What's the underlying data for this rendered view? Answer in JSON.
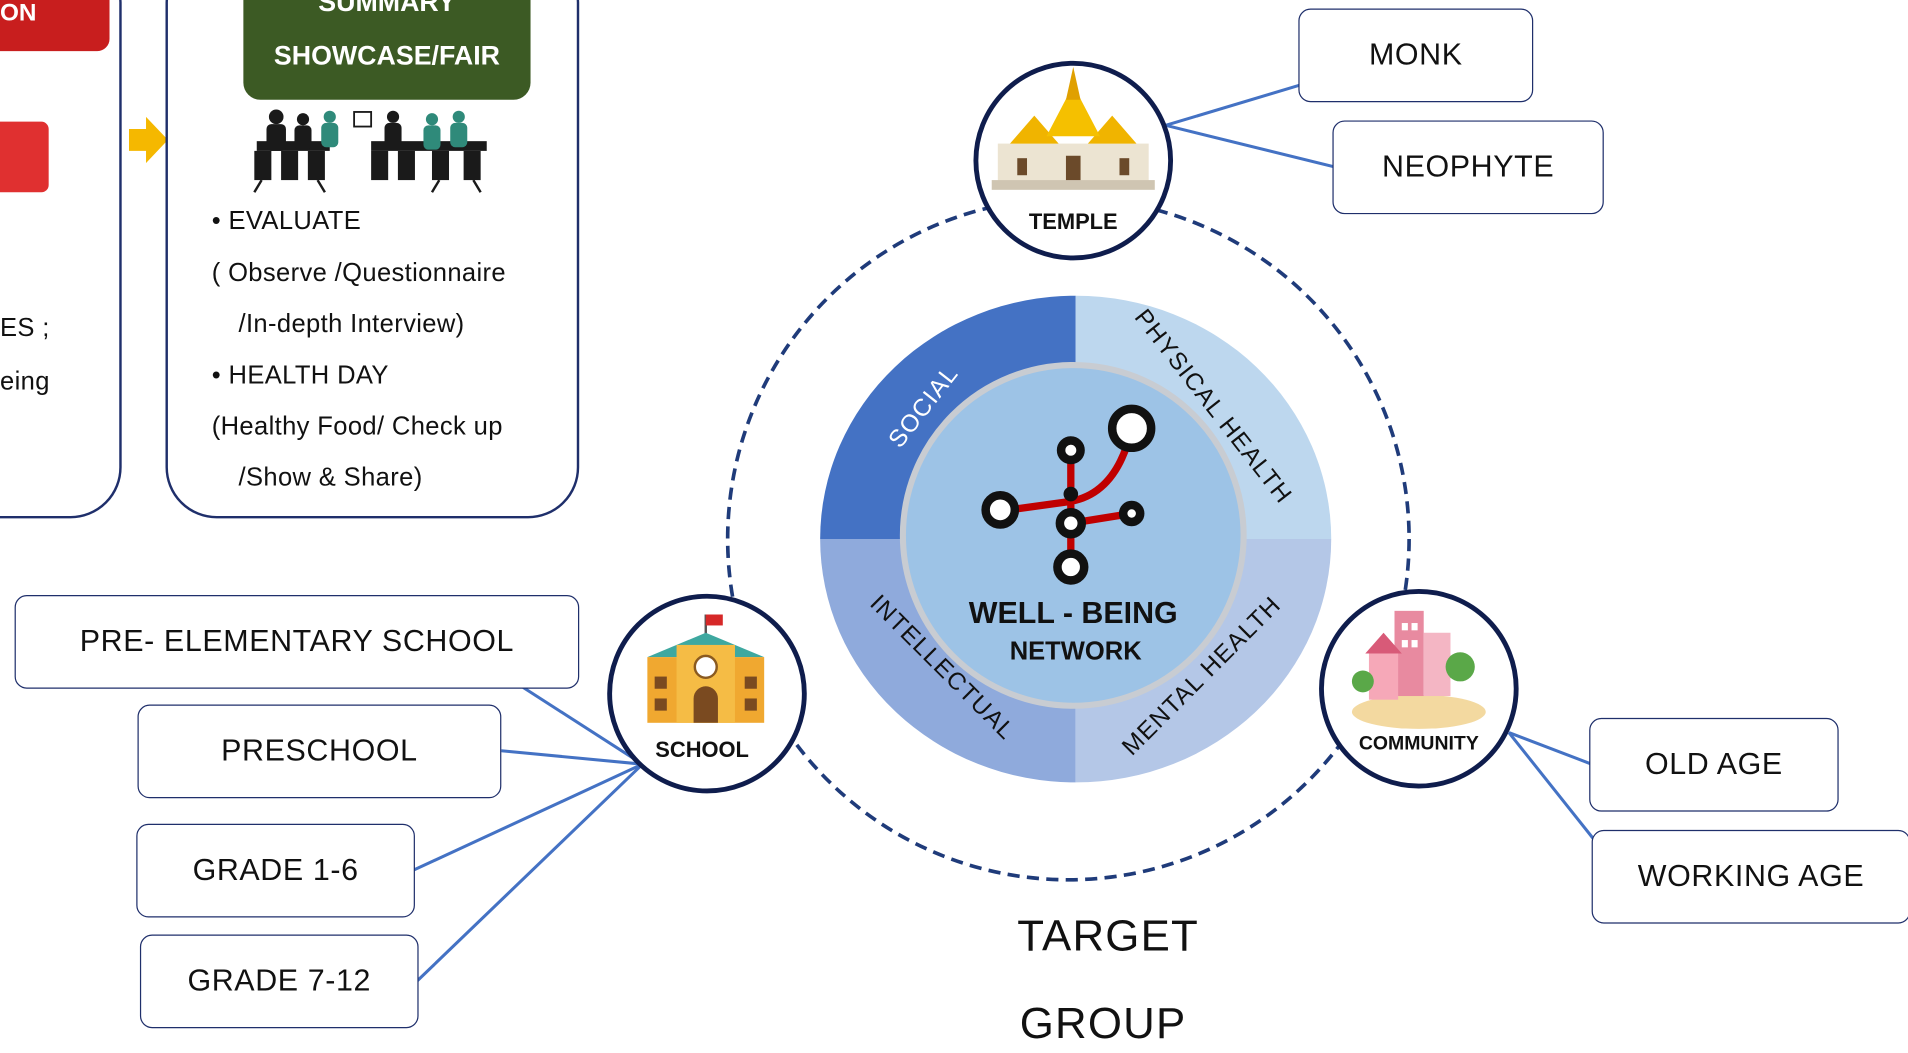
{
  "left_panel": {
    "tab_text": "ON",
    "line1": "ES ;",
    "line2": "eing"
  },
  "summary_panel": {
    "header_line1": "SUMMARY",
    "header_line2": "SHOWCASE/FAIR",
    "bullets": [
      "• EVALUATE",
      "( Observe /Questionnaire",
      "/In-depth Interview)",
      "• HEALTH DAY",
      "(Healthy Food/ Check up",
      "/Show & Share)"
    ]
  },
  "center": {
    "title_line1": "WELL - BEING",
    "title_line2": "NETWORK",
    "segments": {
      "social": "SOCIAL",
      "physical": "PHYSICAL HEALTH",
      "intellectual": "INTELLECTUAL",
      "mental": "MENTAL HEALTH"
    },
    "colors": {
      "social": "#4472c4",
      "physical": "#bdd7ee",
      "intellectual": "#8faadc",
      "mental": "#b4c7e7",
      "inner": "#9dc3e6"
    }
  },
  "nodes": {
    "temple": "TEMPLE",
    "school": "SCHOOL",
    "community": "COMMUNITY"
  },
  "temple_targets": [
    "MONK",
    "NEOPHYTE"
  ],
  "school_targets": [
    "PRE- ELEMENTARY SCHOOL",
    "PRESCHOOL",
    "GRADE 1-6",
    "GRADE 7-12"
  ],
  "community_targets": [
    "OLD AGE",
    "WORKING AGE"
  ],
  "footer": {
    "line1": "TARGET",
    "line2": "GROUP"
  },
  "colors": {
    "border": "#1f2f6b",
    "connector": "#4472c4",
    "summary_bg": "#3c5a24",
    "arrow": "#f5b800",
    "tab_red": "#c81e1e"
  }
}
